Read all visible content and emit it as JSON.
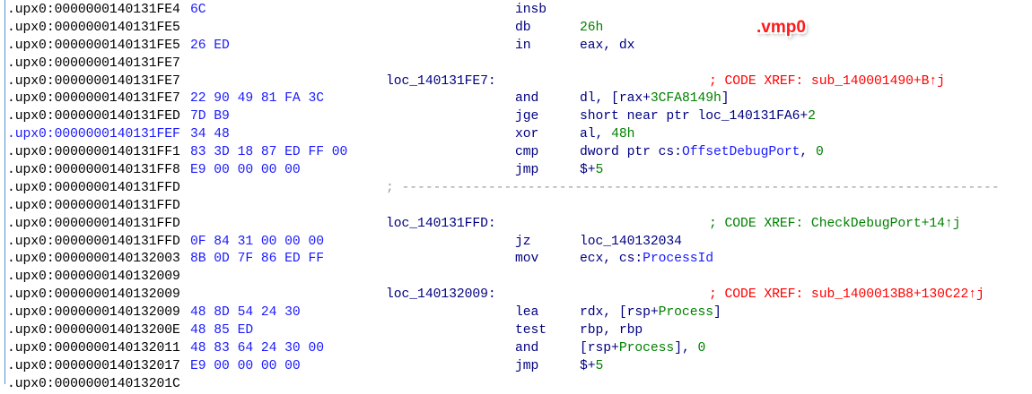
{
  "segment_badge": ".vmp0",
  "separator": "; ----------------------------------------------------------------------------",
  "colors": {
    "address": "#000000",
    "bytes": "#1a1aff",
    "mnemonic": "#000080",
    "number": "#008000",
    "xref_red": "#ff0000",
    "xref_green": "#008000"
  },
  "rows": [
    {
      "addr": ".upx0:0000000140131FE4",
      "bytes": "6C",
      "mnem": "insb",
      "ops": []
    },
    {
      "addr": ".upx0:0000000140131FE5",
      "bytes": "",
      "mnem": "db",
      "ops": [
        [
          "26h",
          "g"
        ]
      ]
    },
    {
      "addr": ".upx0:0000000140131FE5",
      "bytes": "26 ED",
      "mnem": "in",
      "ops": [
        [
          "eax, dx",
          "n"
        ]
      ]
    },
    {
      "addr": ".upx0:0000000140131FE7"
    },
    {
      "addr": ".upx0:0000000140131FE7",
      "label": "loc_140131FE7:",
      "comment": [
        [
          "; CODE XREF: sub_140001490+B↑j",
          "r"
        ]
      ]
    },
    {
      "addr": ".upx0:0000000140131FE7",
      "bytes": "22 90 49 81 FA 3C",
      "mnem": "and",
      "ops": [
        [
          "dl, [rax+",
          "n"
        ],
        [
          "3CFA8149h",
          "g"
        ],
        [
          "]",
          "n"
        ]
      ]
    },
    {
      "addr": ".upx0:0000000140131FED",
      "bytes": "7D B9",
      "mnem": "jge",
      "ops": [
        [
          "short near ptr loc_140131FA6+",
          "n"
        ],
        [
          "2",
          "g"
        ]
      ]
    },
    {
      "addr": ".upx0:0000000140131FEF",
      "highlight": true,
      "bytes": "34 48",
      "mnem": "xor",
      "ops": [
        [
          "al, ",
          "n"
        ],
        [
          "48h",
          "g"
        ]
      ]
    },
    {
      "addr": ".upx0:0000000140131FF1",
      "bytes": "83 3D 18 87 ED FF 00",
      "mnem": "cmp",
      "ops": [
        [
          "dword ptr cs:",
          "n"
        ],
        [
          "OffsetDebugPort",
          "b"
        ],
        [
          ", ",
          "n"
        ],
        [
          "0",
          "g"
        ]
      ]
    },
    {
      "addr": ".upx0:0000000140131FF8",
      "bytes": "E9 00 00 00 00",
      "mnem": "jmp",
      "ops": [
        [
          "$+",
          "n"
        ],
        [
          "5",
          "g"
        ]
      ]
    },
    {
      "addr": ".upx0:0000000140131FFD",
      "separator": true
    },
    {
      "addr": ".upx0:0000000140131FFD"
    },
    {
      "addr": ".upx0:0000000140131FFD",
      "label": "loc_140131FFD:",
      "comment": [
        [
          "; CODE XREF: CheckDebugPort+14↑j",
          "g"
        ]
      ]
    },
    {
      "addr": ".upx0:0000000140131FFD",
      "bytes": "0F 84 31 00 00 00",
      "mnem": "jz",
      "ops": [
        [
          "loc_140132034",
          "n"
        ]
      ]
    },
    {
      "addr": ".upx0:0000000140132003",
      "bytes": "8B 0D 7F 86 ED FF",
      "mnem": "mov",
      "ops": [
        [
          "ecx, cs:",
          "n"
        ],
        [
          "ProcessId",
          "b"
        ]
      ]
    },
    {
      "addr": ".upx0:0000000140132009"
    },
    {
      "addr": ".upx0:0000000140132009",
      "label": "loc_140132009:",
      "comment": [
        [
          "; CODE XREF: sub_1400013B8+130C22↑j",
          "r"
        ]
      ]
    },
    {
      "addr": ".upx0:0000000140132009",
      "bytes": "48 8D 54 24 30",
      "mnem": "lea",
      "ops": [
        [
          "rdx, [rsp+",
          "n"
        ],
        [
          "Process",
          "g"
        ],
        [
          "]",
          "n"
        ]
      ]
    },
    {
      "addr": ".upx0:000000014013200E",
      "bytes": "48 85 ED",
      "mnem": "test",
      "ops": [
        [
          "rbp, rbp",
          "n"
        ]
      ]
    },
    {
      "addr": ".upx0:0000000140132011",
      "bytes": "48 83 64 24 30 00",
      "mnem": "and",
      "ops": [
        [
          "[rsp+",
          "n"
        ],
        [
          "Process",
          "g"
        ],
        [
          "], ",
          "n"
        ],
        [
          "0",
          "g"
        ]
      ]
    },
    {
      "addr": ".upx0:0000000140132017",
      "bytes": "E9 00 00 00 00",
      "mnem": "jmp",
      "ops": [
        [
          "$+",
          "n"
        ],
        [
          "5",
          "g"
        ]
      ]
    },
    {
      "addr": ".upx0:000000014013201C"
    }
  ]
}
